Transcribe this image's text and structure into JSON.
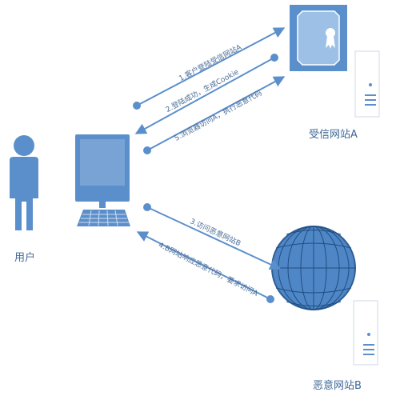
{
  "nodes": {
    "user": "用户",
    "site_a": "受信网站A",
    "site_b": "恶意网站B"
  },
  "steps": [
    "1.客户登陆受信网站A",
    "2.登陆成功，生成Cookie",
    "5.浏览器访问A，执行恶意代码",
    "3.访问恶意网站B",
    "4.B网站响应恶意代码，要求访问A"
  ],
  "colors": {
    "primary": "#5b8fcb",
    "dark": "#3a6ea8",
    "text": "#4a6d96"
  }
}
